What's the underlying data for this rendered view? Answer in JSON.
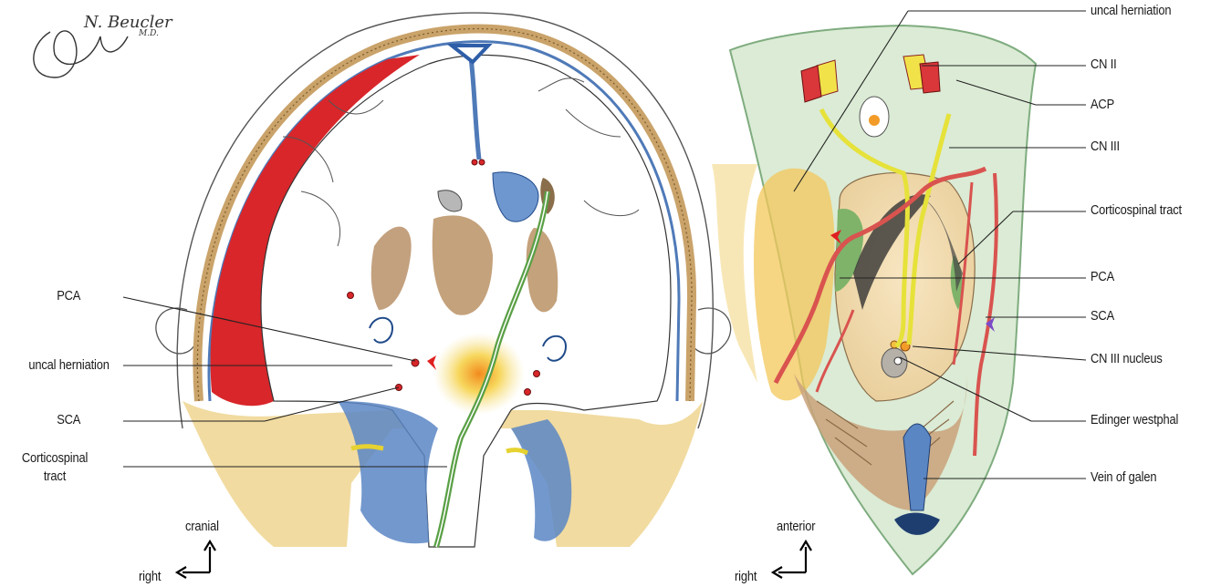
{
  "signature": {
    "text": "N. Beucler",
    "suffix": "M.D."
  },
  "left_panel": {
    "labels": {
      "pca": "PCA",
      "uncal": "uncal herniation",
      "sca": "SCA",
      "cst_line1": "Corticospinal",
      "cst_line2": "tract"
    },
    "orientation": {
      "up": "cranial",
      "side": "right"
    }
  },
  "right_panel": {
    "labels": {
      "uncal": "uncal herniation",
      "cn2": "CN II",
      "acp": "ACP",
      "cn3": "CN III",
      "cst": "Corticospinal tract",
      "pca": "PCA",
      "sca": "SCA",
      "cn3n": "CN III nucleus",
      "ew": "Edinger westphal",
      "galen": "Vein of galen"
    },
    "orientation": {
      "up": "anterior",
      "side": "right"
    }
  },
  "colors": {
    "hematoma": "#d8262a",
    "csf_blue": "#5b86c4",
    "nerve_yellow": "#e6e23a",
    "tract_green": "#5aa046",
    "edema_yellow": "#f0c860",
    "artery": "#d9534f",
    "brown": "#b89068",
    "bone": "#e9c27a"
  }
}
